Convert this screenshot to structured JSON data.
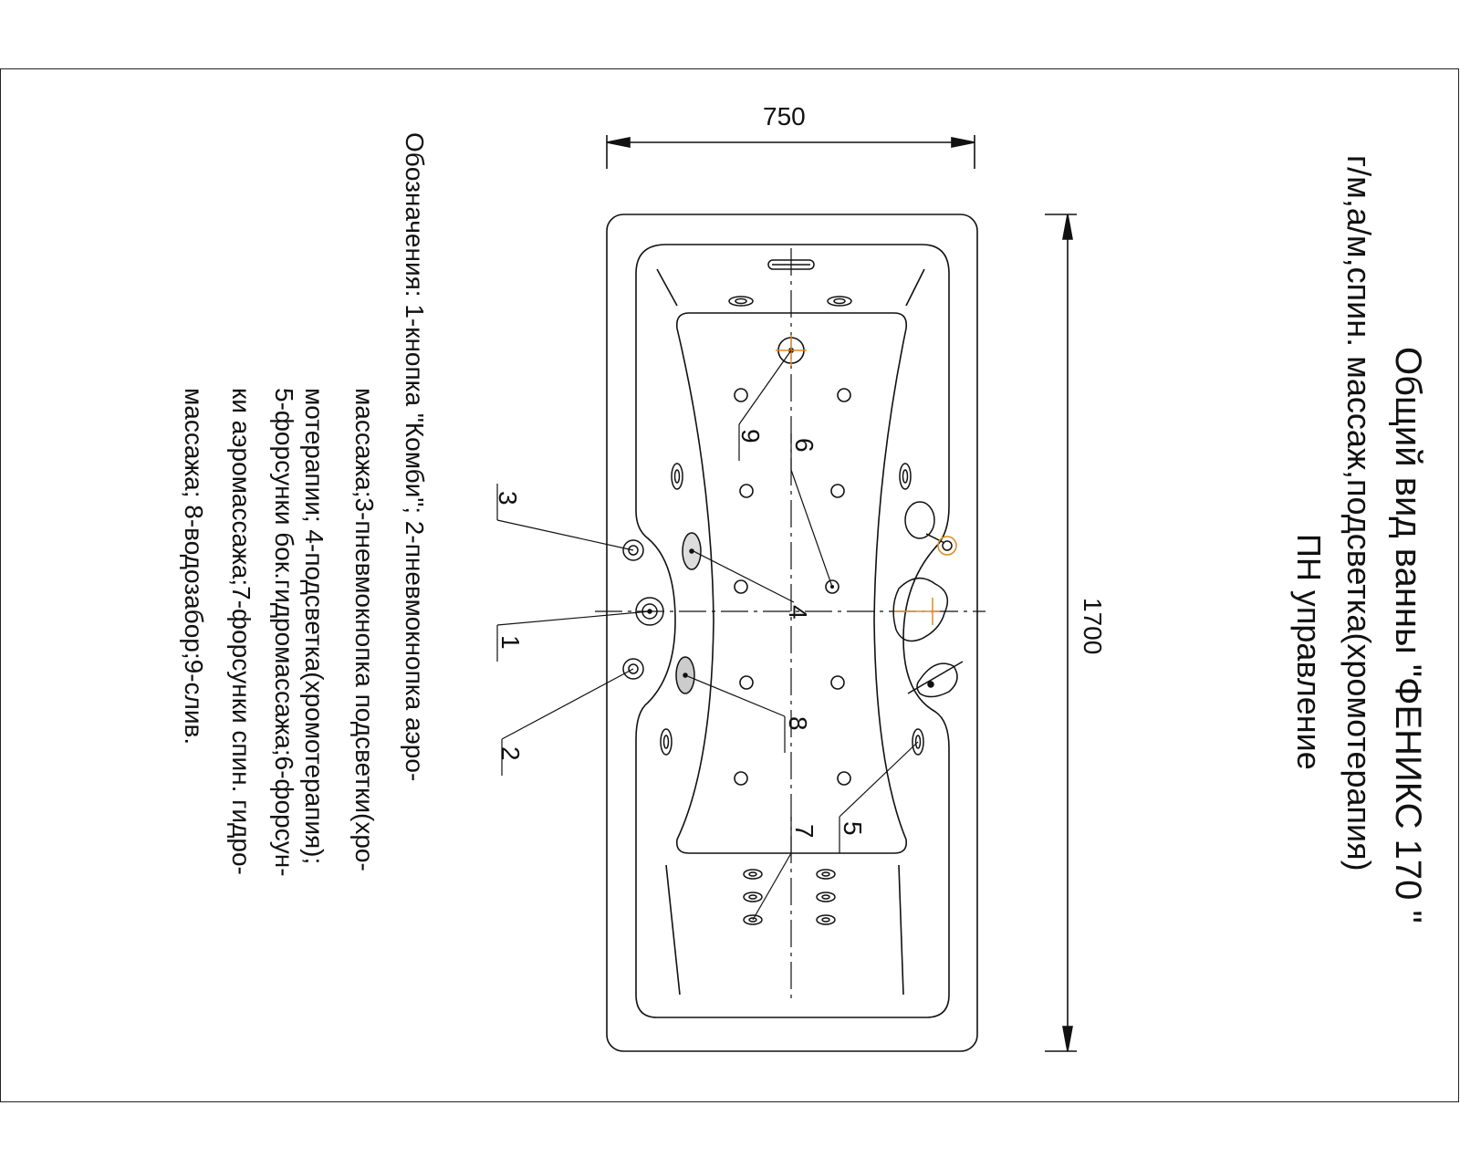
{
  "title": {
    "line1": "Общий вид ванны \"ФЕНИКС 170 \"",
    "line2": "г/м,а/м,спин. массаж,подсветка(хромотерапия)",
    "line3": "ПН управление"
  },
  "dimensions": {
    "width": "750",
    "length": "1700"
  },
  "callouts": [
    "1",
    "2",
    "3",
    "4",
    "5",
    "6",
    "7",
    "8",
    "9"
  ],
  "legend": {
    "line1": "Обозначения: 1-кнопка \"Комби\"; 2-пневмокнопка аэро-",
    "line2": "массажа;3-пневмокнопка подсветки(хро-",
    "line3": "мотерапии; 4-подсветка(хромотерапия);",
    "line4": "5-форсунки бок.гидромассажа;6-форсун-",
    "line5": "ки аэромассажа;7-форсунки спин. гидро-",
    "line6": "массажа; 8-водозабор;9-слив."
  },
  "colors": {
    "line": "#111111",
    "accent": "#e08a1e"
  }
}
